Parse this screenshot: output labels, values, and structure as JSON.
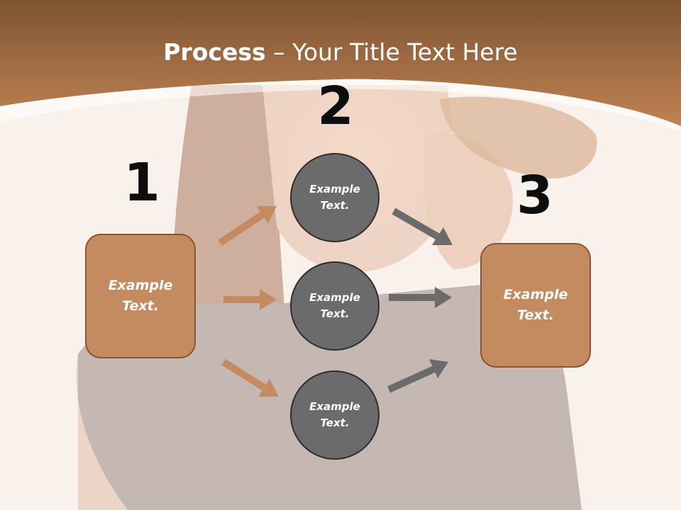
{
  "title": {
    "bold": "Process",
    "rest": " – Your Title Text Here"
  },
  "colors": {
    "header": "#b97a4e",
    "header_dark": "#7e5432",
    "box_fill": "#c48a60",
    "box_border": "#8a5532",
    "circle_fill": "#6b6b6b",
    "circle_border": "#2e2e2e",
    "arrow_brown": "#c48a60",
    "arrow_gray": "#6b6b6b",
    "number": "#0d0d0d"
  },
  "steps": [
    {
      "number": "1",
      "text": "Example Text."
    },
    {
      "number": "2",
      "items": [
        "Example Text.",
        "Example Text.",
        "Example Text."
      ]
    },
    {
      "number": "3",
      "text": "Example Text."
    }
  ]
}
